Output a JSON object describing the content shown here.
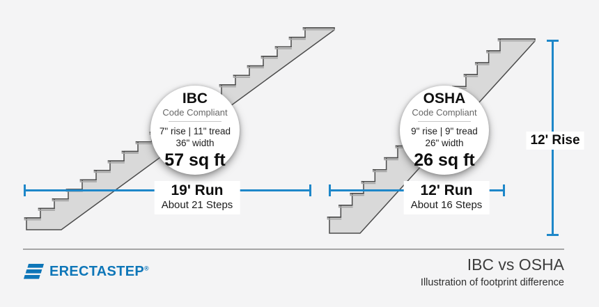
{
  "colors": {
    "background": "#f4f4f5",
    "measure_blue": "#1e87c9",
    "stair_fill": "#d9d9d9",
    "stair_outline": "#4b4b4b",
    "logo_blue": "#0e76b8"
  },
  "stairs": [
    {
      "id": "ibc",
      "badge": {
        "title": "IBC",
        "subtitle": "Code Compliant",
        "spec_rise_tread": "7\" rise | 11\" tread",
        "spec_width": "36\" width",
        "area": "57 sq ft"
      },
      "run": {
        "label": "19' Run",
        "steps": "About 21 Steps"
      }
    },
    {
      "id": "osha",
      "badge": {
        "title": "OSHA",
        "subtitle": "Code Compliant",
        "spec_rise_tread": "9\" rise | 9\" tread",
        "spec_width": "26\" width",
        "area": "26 sq ft"
      },
      "run": {
        "label": "12' Run",
        "steps": "About 16 Steps"
      }
    }
  ],
  "rise": {
    "label": "12' Rise"
  },
  "footer": {
    "brand": "ERECTASTEP",
    "registered": "®",
    "title": "IBC vs OSHA",
    "subtitle": "Illustration of footprint difference"
  }
}
